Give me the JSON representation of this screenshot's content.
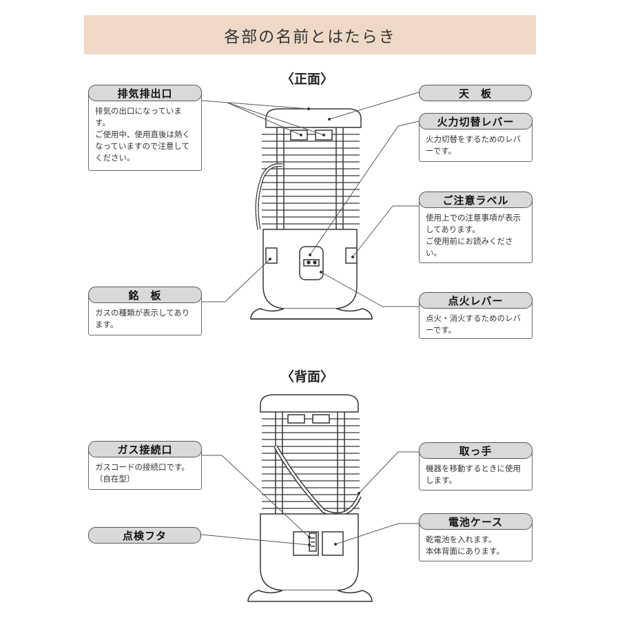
{
  "header": {
    "title": "各部の名前とはたらき"
  },
  "front": {
    "title": "〈正面〉",
    "callouts": {
      "exhaust": {
        "name": "排気排出口",
        "desc": "排気の出口になっています。\nご使用中、使用直後は熱くなっていますので注意してください。"
      },
      "nameplate": {
        "name": "銘　板",
        "desc": "ガスの種類が表示してあります。"
      },
      "top_plate": {
        "name": "天　板"
      },
      "power_lever": {
        "name": "火力切替レバー",
        "desc": "火力切替をするためのレバーです。"
      },
      "caution_label": {
        "name": "ご注意ラベル",
        "desc": "使用上での注意事項が表示してあります。\nご使用前にお読みください。"
      },
      "ignition_lever": {
        "name": "点火レバー",
        "desc": "点火・消火するためのレバーです。"
      }
    }
  },
  "back": {
    "title": "〈背面〉",
    "callouts": {
      "gas_inlet": {
        "name": "ガス接続口",
        "desc": "ガスコードの接続口です。\n（自在型）"
      },
      "inspection_lid": {
        "name": "点検フタ"
      },
      "handle": {
        "name": "取っ手",
        "desc": "機器を移動するときに使用します。"
      },
      "battery_case": {
        "name": "電池ケース",
        "desc": "乾電池を入れます。\n本体背面にあります。"
      }
    }
  }
}
